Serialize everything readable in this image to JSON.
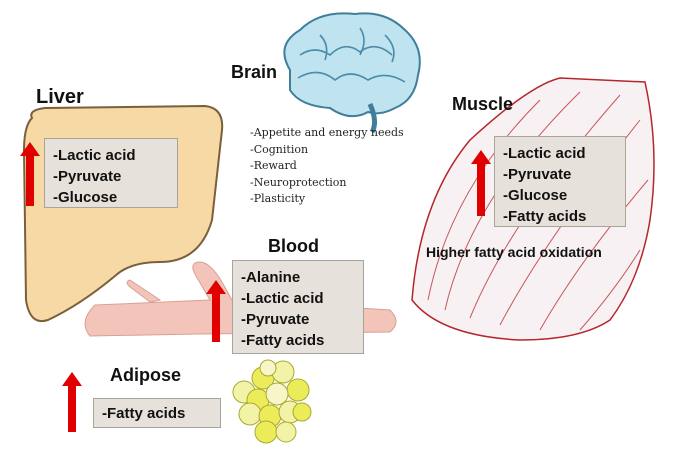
{
  "labels": {
    "liver": "Liver",
    "brain": "Brain",
    "muscle": "Muscle",
    "blood": "Blood",
    "adipose": "Adipose"
  },
  "liver_items": [
    "-Lactic acid",
    "-Pyruvate",
    "-Glucose"
  ],
  "brain_items": [
    "-Appetite and energy needs",
    "-Cognition",
    "-Reward",
    "-Neuroprotection",
    "-Plasticity"
  ],
  "muscle_items": [
    "-Lactic acid",
    "-Pyruvate",
    "-Glucose",
    "-Fatty acids"
  ],
  "muscle_note": "Higher fatty acid oxidation",
  "blood_items": [
    "-Alanine",
    "-Lactic acid",
    "-Pyruvate",
    "-Fatty acids"
  ],
  "adipose_items": [
    "-Fatty acids"
  ],
  "icons": {
    "increase": "up-arrow-icon",
    "liver": "liver-icon",
    "brain": "brain-icon",
    "muscle": "muscle-icon",
    "blood": "blood-vessel-icon",
    "adipose": "adipocyte-cluster-icon"
  },
  "colors": {
    "arrow": "#e00000",
    "liver_fill": "#f6d9a4",
    "box_fill": "#e6e2db",
    "vessel": "#f2c4ba",
    "fat_cells": "#ecec5a",
    "muscle_line": "#b5262c"
  }
}
